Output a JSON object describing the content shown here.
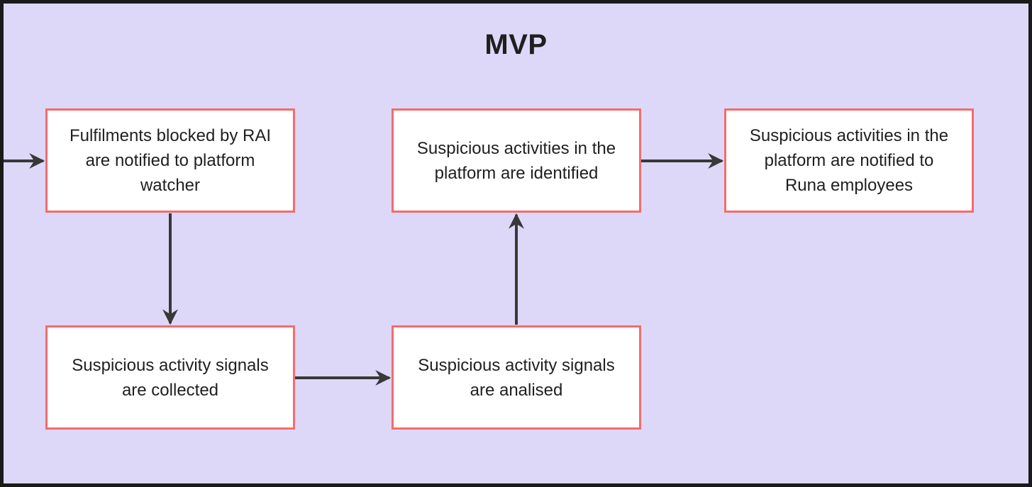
{
  "diagram": {
    "title": "MVP",
    "nodes": [
      {
        "id": "fulfilments-blocked",
        "label": "Fulfilments blocked by RAI\nare notified to platform\nwatcher"
      },
      {
        "id": "activities-identified",
        "label": "Suspicious activities in the\nplatform are identified"
      },
      {
        "id": "activities-notified",
        "label": "Suspicious activities in the\nplatform are notified to\nRuna employees"
      },
      {
        "id": "signals-collected",
        "label": "Suspicious activity signals\nare collected"
      },
      {
        "id": "signals-analised",
        "label": "Suspicious activity signals\nare analised"
      }
    ],
    "edges": [
      {
        "from": "outside-left",
        "to": "fulfilments-blocked"
      },
      {
        "from": "fulfilments-blocked",
        "to": "signals-collected"
      },
      {
        "from": "signals-collected",
        "to": "signals-analised"
      },
      {
        "from": "signals-analised",
        "to": "activities-identified"
      },
      {
        "from": "activities-identified",
        "to": "activities-notified"
      }
    ],
    "colors": {
      "canvas_background": "#DDD8F8",
      "frame": "#1A1A1A",
      "node_border": "#F56B6B",
      "node_fill": "#FFFFFF",
      "arrow": "#383838",
      "text": "#1F1F1F"
    }
  }
}
